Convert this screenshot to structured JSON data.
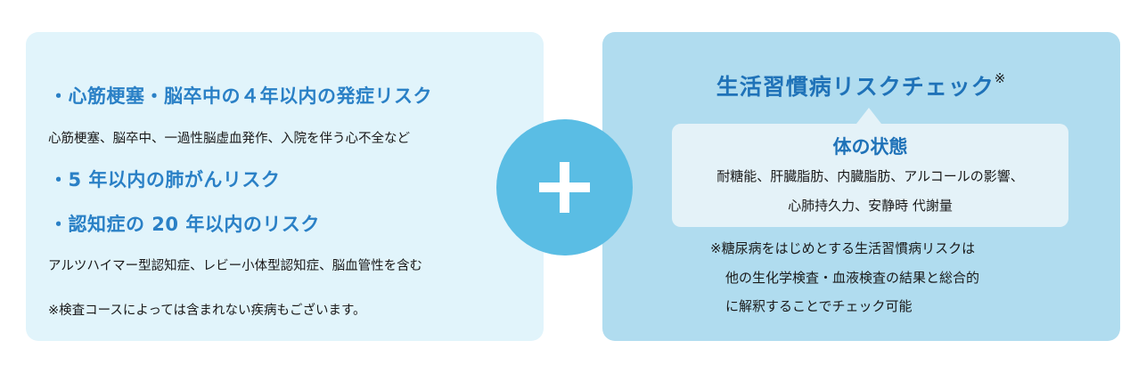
{
  "left": {
    "heading1": "・心筋梗塞・脳卒中の４年以内の発症リスク",
    "detail1": "心筋梗塞、脳卒中、一過性脳虚血発作、入院を伴う心不全など",
    "heading2": "・5 年以内の肺がんリスク",
    "heading3": "・認知症の 20 年以内のリスク",
    "detail3": "アルツハイマー型認知症、レビー小体型認知症、脳血管性を含む",
    "note": "※検査コースによっては含まれない疾病もございます。"
  },
  "plus_icon": "plus-icon",
  "right": {
    "title": "生活習慣病リスクチェック",
    "title_mark": "※",
    "state": {
      "title": "体の状態",
      "line1": "耐糖能、肝臓脂肪、内臓脂肪、アルコールの影響、",
      "line2": "心肺持久力、安静時 代謝量"
    },
    "note": {
      "line1": "※糖尿病をはじめとする生活習慣病リスクは",
      "line2": "他の生化学検査・血液検査の結果と総合的",
      "line3": "に解釈することでチェック可能"
    }
  },
  "colors": {
    "left_bg": "#e1f4fb",
    "right_bg": "#b0dcef",
    "accent_blue": "#2a80c6",
    "circle": "#5abde4"
  }
}
